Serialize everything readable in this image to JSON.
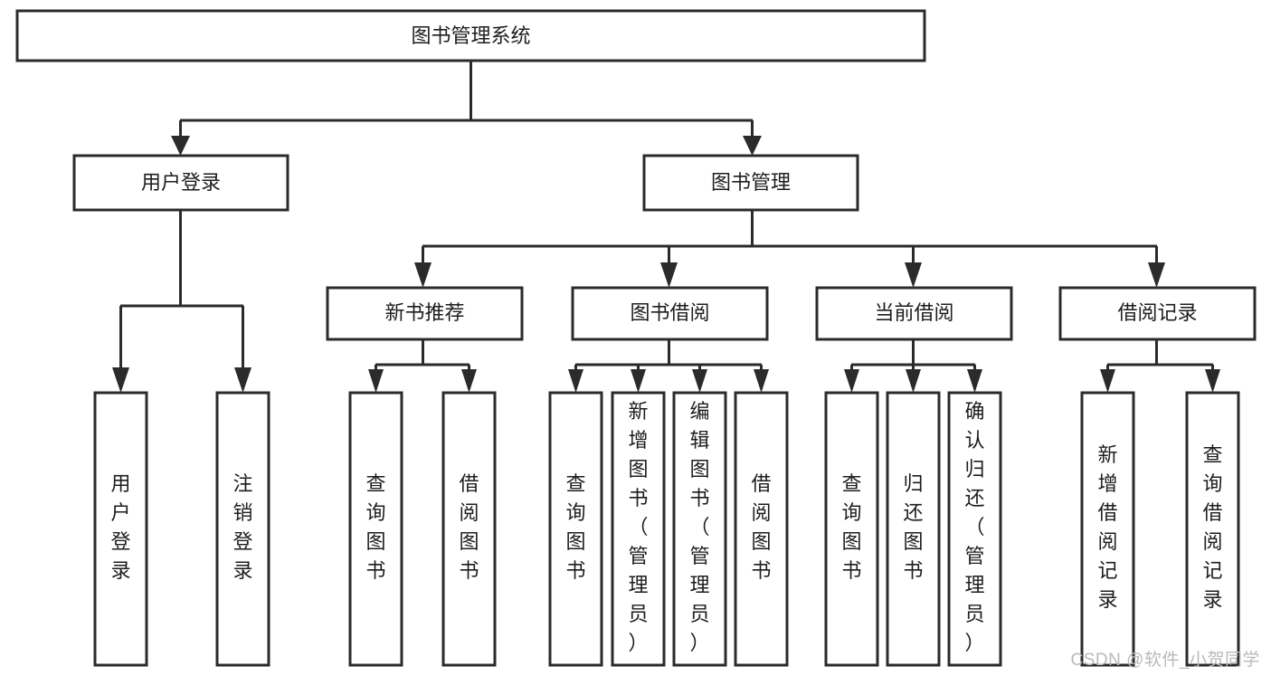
{
  "diagram": {
    "type": "tree-hierarchy",
    "title": "图书管理系统",
    "theme": {
      "background": "#ffffff",
      "box_fill": "#ffffff",
      "box_stroke": "#2b2b2b",
      "connector": "#2b2b2b",
      "text": "#1d1d1d",
      "watermark": "#b9b9b9"
    },
    "levels": [
      {
        "level": 0,
        "orientation": "horizontal"
      },
      {
        "level": 1,
        "orientation": "horizontal"
      },
      {
        "level": 2,
        "orientation": "horizontal"
      },
      {
        "level": 3,
        "orientation": "vertical"
      }
    ],
    "nodes": {
      "root": {
        "label": "图书管理系统",
        "level": 0
      },
      "user_login": {
        "label": "用户登录",
        "level": 1
      },
      "book_manage": {
        "label": "图书管理",
        "level": 1
      },
      "new_book_rec": {
        "label": "新书推荐",
        "level": 2
      },
      "book_borrow": {
        "label": "图书借阅",
        "level": 2
      },
      "current_borrow": {
        "label": "当前借阅",
        "level": 2
      },
      "borrow_record": {
        "label": "借阅记录",
        "level": 2
      },
      "leaf_user_login": {
        "label": "用户登录",
        "level": 3
      },
      "leaf_logout": {
        "label": "注销登录",
        "level": 3
      },
      "leaf_query_book_1": {
        "label": "查询图书",
        "level": 3
      },
      "leaf_borrow_book_1": {
        "label": "借阅图书",
        "level": 3
      },
      "leaf_query_book_2": {
        "label": "查询图书",
        "level": 3
      },
      "leaf_add_book": {
        "label": "新增图书（管理员）",
        "level": 3
      },
      "leaf_edit_book": {
        "label": "编辑图书（管理员）",
        "level": 3
      },
      "leaf_borrow_book_2": {
        "label": "借阅图书",
        "level": 3
      },
      "leaf_query_book_3": {
        "label": "查询图书",
        "level": 3
      },
      "leaf_return_book": {
        "label": "归还图书",
        "level": 3
      },
      "leaf_confirm_return": {
        "label": "确认归还（管理员）",
        "level": 3
      },
      "leaf_add_record": {
        "label": "新增借阅记录",
        "level": 3
      },
      "leaf_query_record": {
        "label": "查询借阅记录",
        "level": 3
      }
    },
    "edges": [
      {
        "from": "root",
        "to": "user_login"
      },
      {
        "from": "root",
        "to": "book_manage"
      },
      {
        "from": "user_login",
        "to": "leaf_user_login"
      },
      {
        "from": "user_login",
        "to": "leaf_logout"
      },
      {
        "from": "book_manage",
        "to": "new_book_rec"
      },
      {
        "from": "book_manage",
        "to": "book_borrow"
      },
      {
        "from": "book_manage",
        "to": "current_borrow"
      },
      {
        "from": "book_manage",
        "to": "borrow_record"
      },
      {
        "from": "new_book_rec",
        "to": "leaf_query_book_1"
      },
      {
        "from": "new_book_rec",
        "to": "leaf_borrow_book_1"
      },
      {
        "from": "book_borrow",
        "to": "leaf_query_book_2"
      },
      {
        "from": "book_borrow",
        "to": "leaf_add_book"
      },
      {
        "from": "book_borrow",
        "to": "leaf_edit_book"
      },
      {
        "from": "book_borrow",
        "to": "leaf_borrow_book_2"
      },
      {
        "from": "current_borrow",
        "to": "leaf_query_book_3"
      },
      {
        "from": "current_borrow",
        "to": "leaf_return_book"
      },
      {
        "from": "current_borrow",
        "to": "leaf_confirm_return"
      },
      {
        "from": "borrow_record",
        "to": "leaf_add_record"
      },
      {
        "from": "borrow_record",
        "to": "leaf_query_record"
      }
    ]
  },
  "watermark": {
    "text": "CSDN @软件_小贺同学"
  }
}
